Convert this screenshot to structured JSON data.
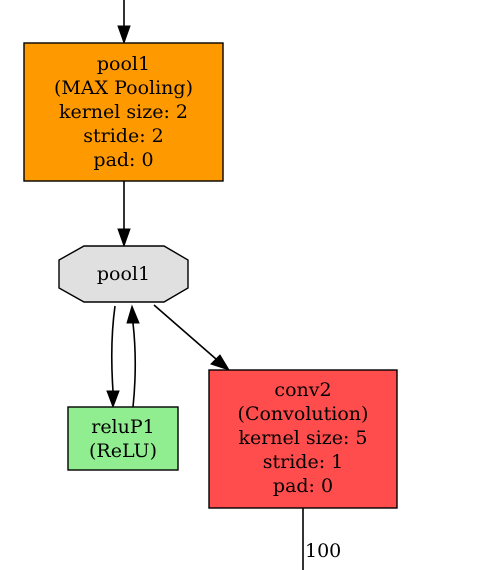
{
  "nodes": {
    "pool1_layer": {
      "lines": [
        "pool1",
        "(MAX Pooling)",
        "kernel size: 2",
        "stride: 2",
        "pad: 0"
      ],
      "fill": "#ff9900"
    },
    "pool1_blob": {
      "lines": [
        "pool1"
      ],
      "fill": "#e0e0e0"
    },
    "reluP1_layer": {
      "lines": [
        "reluP1",
        "(ReLU)"
      ],
      "fill": "#90ee90"
    },
    "conv2_layer": {
      "lines": [
        "conv2",
        "(Convolution)",
        "kernel size: 5",
        "stride: 1",
        "pad: 0"
      ],
      "fill": "#ff4c4c"
    }
  },
  "edges": {
    "conv2_out_label": "100"
  }
}
